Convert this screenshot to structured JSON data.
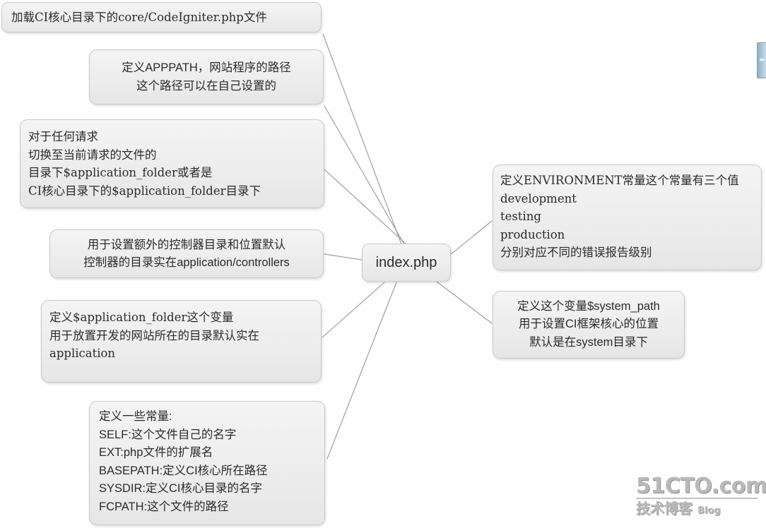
{
  "diagram": {
    "type": "mindmap",
    "center": {
      "id": "index-php",
      "label": "index.php"
    },
    "nodes": [
      {
        "id": "codeigniter",
        "name": "node-load-codeigniter",
        "side": "left",
        "lines": [
          "加载CI核心目录下的core/CodeIgniter.php文件"
        ],
        "text": "加载CI核心目录下的core/CodeIgniter.php文件"
      },
      {
        "id": "apppath",
        "name": "node-define-apppath",
        "side": "left",
        "lines": [
          "定义APPPATH，网站程序的路径",
          "这个路径可以在自己设置的"
        ],
        "text": "定义APPPATH，网站程序的路径\n这个路径可以在自己设置的"
      },
      {
        "id": "request",
        "name": "node-any-request",
        "side": "left",
        "lines": [
          "对于任何请求",
          "切换至当前请求的文件的",
          "目录下$application_folder或者是",
          "CI核心目录下的$application_folder目录下"
        ],
        "text": "对于任何请求\n切换至当前请求的文件的\n目录下$application_folder或者是\nCI核心目录下的$application_folder目录下"
      },
      {
        "id": "controllers",
        "name": "node-extra-controller-dir",
        "side": "left",
        "lines": [
          "用于设置额外的控制器目录和位置默认",
          "控制器的目录实在application/controllers"
        ],
        "text": "用于设置额外的控制器目录和位置默认\n控制器的目录实在application/controllers"
      },
      {
        "id": "appfolder",
        "name": "node-application-folder-var",
        "side": "left",
        "lines": [
          "定义$application_folder这个变量",
          "用于放置开发的网站所在的目录默认实在",
          "application"
        ],
        "text": "定义$application_folder这个变量\n用于放置开发的网站所在的目录默认实在\napplication"
      },
      {
        "id": "constants",
        "name": "node-define-constants",
        "side": "left",
        "lines": [
          "定义一些常量:",
          "SELF:这个文件自己的名字",
          "EXT:php文件的扩展名",
          "BASEPATH:定义CI核心所在路径",
          "SYSDIR:定义CI核心目录的名字",
          "FCPATH:这个文件的路径"
        ],
        "text": "定义一些常量:\nSELF:这个文件自己的名字\nEXT:php文件的扩展名\nBASEPATH:定义CI核心所在路径\nSYSDIR:定义CI核心目录的名字\nFCPATH:这个文件的路径"
      },
      {
        "id": "environment",
        "name": "node-define-environment",
        "side": "right",
        "lines": [
          "定义ENVIRONMENT常量这个常量有三个值",
          "development",
          "testing",
          "production",
          "分别对应不同的错误报告级别"
        ],
        "text": "定义ENVIRONMENT常量这个常量有三个值\ndevelopment\ntesting\nproduction\n分别对应不同的错误报告级别"
      },
      {
        "id": "systempath",
        "name": "node-system-path-var",
        "side": "right",
        "lines": [
          "定义这个变量$system_path",
          "用于设置CI框架核心的位置",
          "默认是在system目录下"
        ],
        "text": "定义这个变量$system_path\n用于设置CI框架核心的位置\n默认是在system目录下"
      }
    ],
    "edges": [
      {
        "from": "index-php",
        "to": "codeigniter"
      },
      {
        "from": "index-php",
        "to": "apppath"
      },
      {
        "from": "index-php",
        "to": "request"
      },
      {
        "from": "index-php",
        "to": "controllers"
      },
      {
        "from": "index-php",
        "to": "appfolder"
      },
      {
        "from": "index-php",
        "to": "constants"
      },
      {
        "from": "index-php",
        "to": "environment"
      },
      {
        "from": "index-php",
        "to": "systempath"
      }
    ]
  },
  "watermark": {
    "site": "51CTO.com",
    "tagline": "技术博客",
    "blog": "Blog"
  },
  "colors": {
    "node_fill": "#ededed",
    "node_border": "#c9c9c9",
    "edge": "#9a9a9a",
    "text": "#2b2b2b",
    "background": "#fefefe",
    "watermark": "#bcbcbc",
    "scrollbar": "#a9c6d6"
  }
}
